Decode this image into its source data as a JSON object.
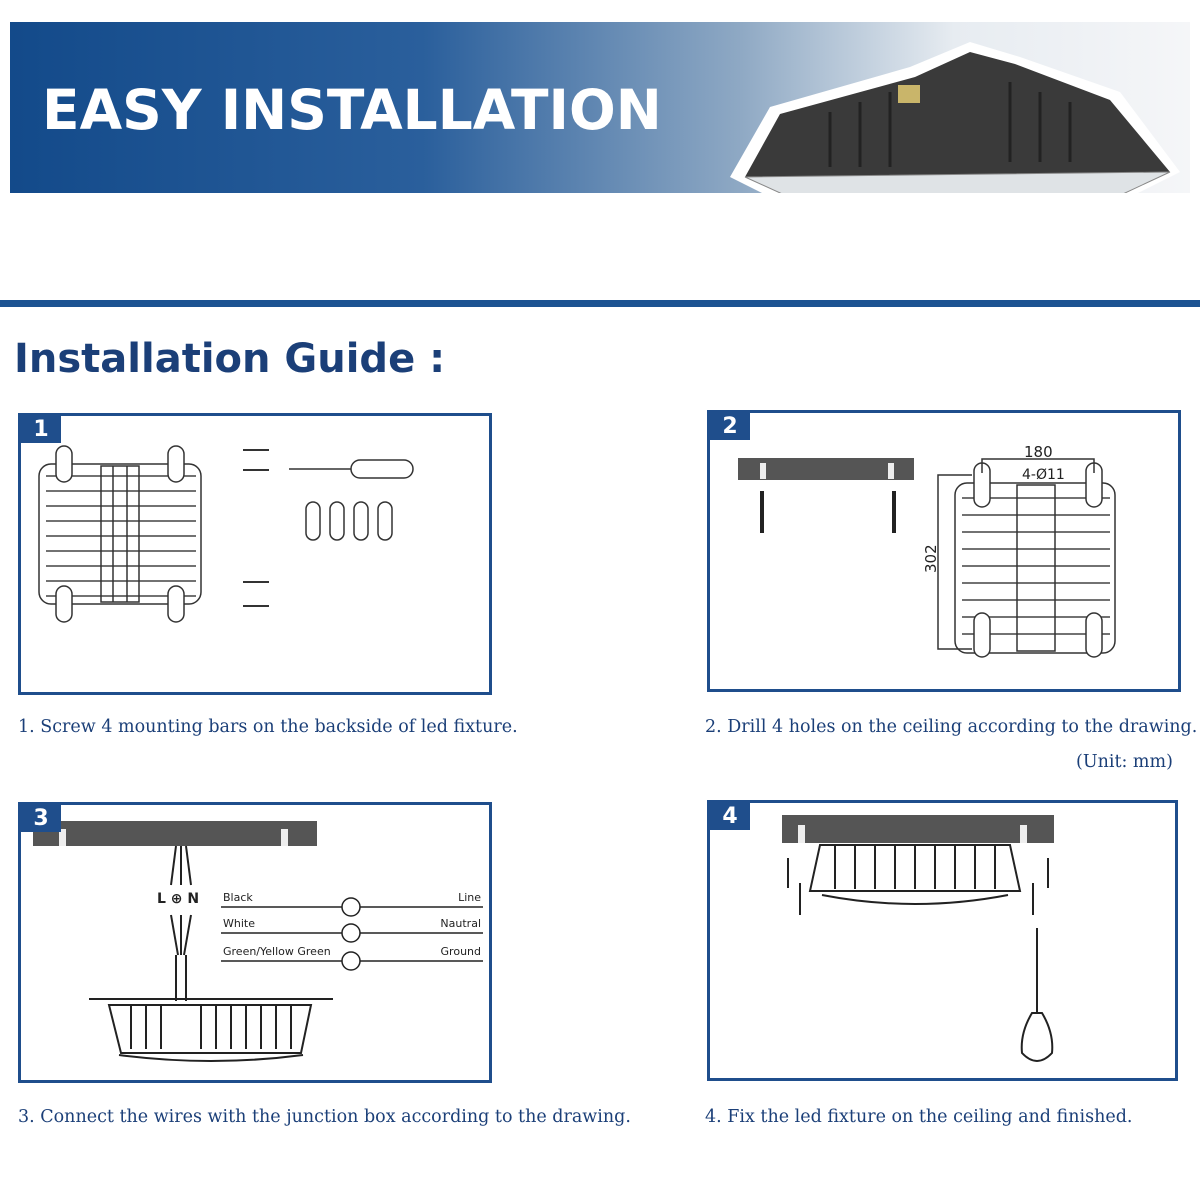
{
  "banner": {
    "title": "EASY INSTALLATION"
  },
  "guide": {
    "title": "Installation Guide :"
  },
  "steps": [
    {
      "number": "1",
      "caption": "1. Screw 4 mounting bars on the backside of led fixture."
    },
    {
      "number": "2",
      "caption": "2. Drill 4 holes on the ceiling according to the drawing.",
      "unit": "(Unit: mm)",
      "dim_width": "180",
      "dim_holes": "4-Ø11",
      "dim_height": "302"
    },
    {
      "number": "3",
      "caption": "3. Connect the wires with the junction box according to the drawing.",
      "terminals": "L ⊕ N",
      "wires": [
        {
          "color": "Black",
          "function": "Line"
        },
        {
          "color": "White",
          "function": "Nautral"
        },
        {
          "color": "Green/Yellow Green",
          "function": "Ground"
        }
      ]
    },
    {
      "number": "4",
      "caption": "4. Fix the led fixture on the ceiling and finished."
    }
  ]
}
